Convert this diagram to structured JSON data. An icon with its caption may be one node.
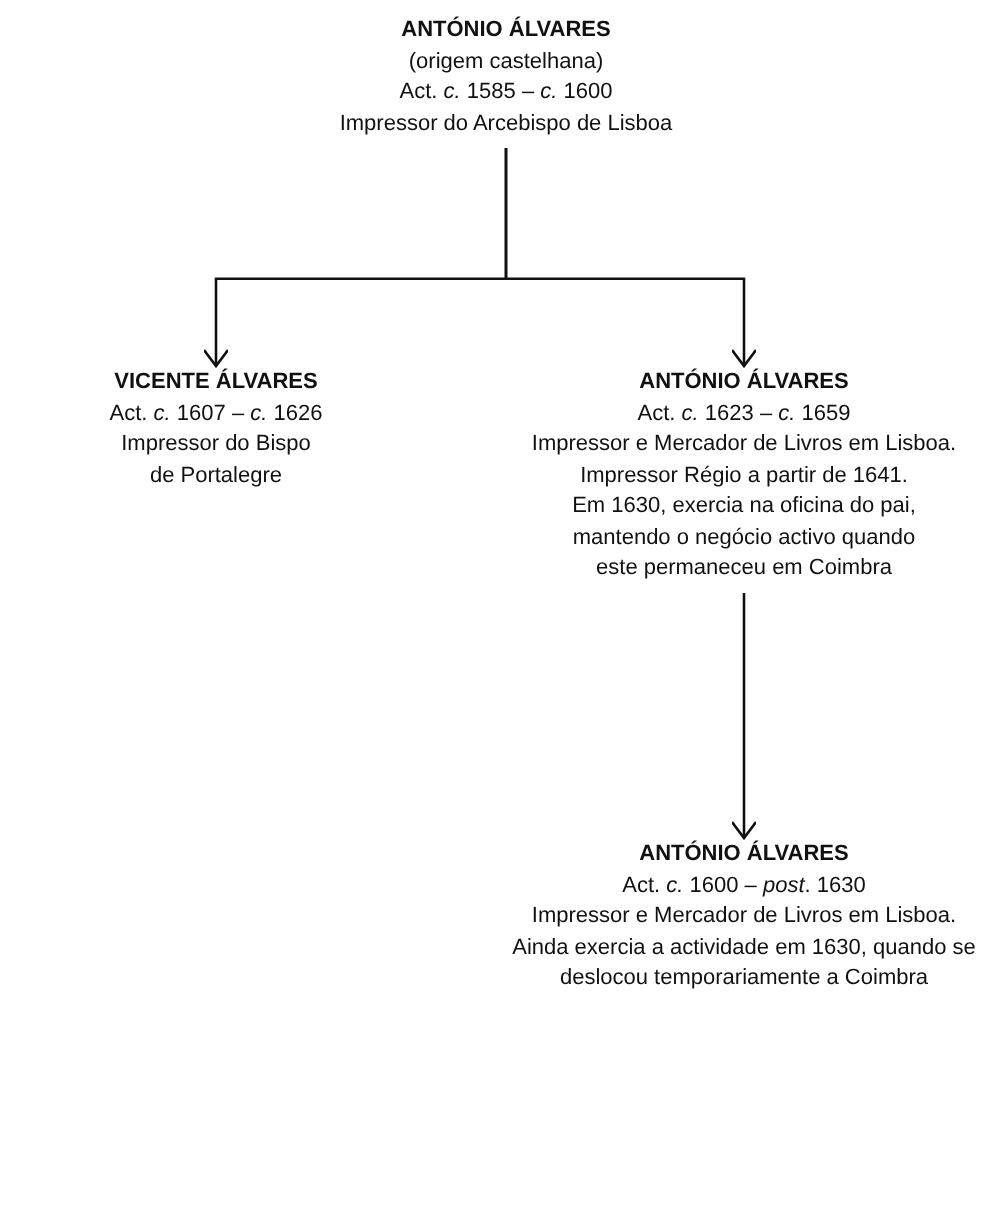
{
  "diagram": {
    "nodes": [
      {
        "text": [
          "ANTÓNIO ÁLVARES",
          "(origem castelhana)",
          "Act. *c.* 1585 – *c.* 1600",
          "Impressor do Arcebispo de Lisboa"
        ]
      },
      {
        "text": [
          "VICENTE ÁLVARES",
          "Act. *c.* 1607 – *c.* 1626",
          "Impressor do Bispo de Portalegre"
        ]
      },
      {
        "text": [
          "ANTÓNIO ÁLVARES",
          "Act. *c.* 1623 – *c.* 1659",
          "Impressor e Mercador de Livros em Lisboa.",
          "Impressor Régio a partir de 1641.",
          "Em 1630, exercia na oficina do pai, mantendo o negócio activo quando este permaneceu em Coimbra"
        ]
      },
      {
        "text": [
          "ANTÓNIO ÁLVARES",
          "Act. *c.* 1600 – *post*. 1630",
          "Impressor e Mercador de Livros em Lisboa.",
          "Ainda exercia a actividade em 1630, quando se deslocou temporariamente a Coimbra"
        ]
      }
    ],
    "edges": [
      {
        "from": 0,
        "to": 1,
        "arrow": "to"
      },
      {
        "from": 0,
        "to": 2,
        "arrow": "to"
      },
      {
        "from": 2,
        "to": 3,
        "arrow": "to"
      }
    ]
  }
}
